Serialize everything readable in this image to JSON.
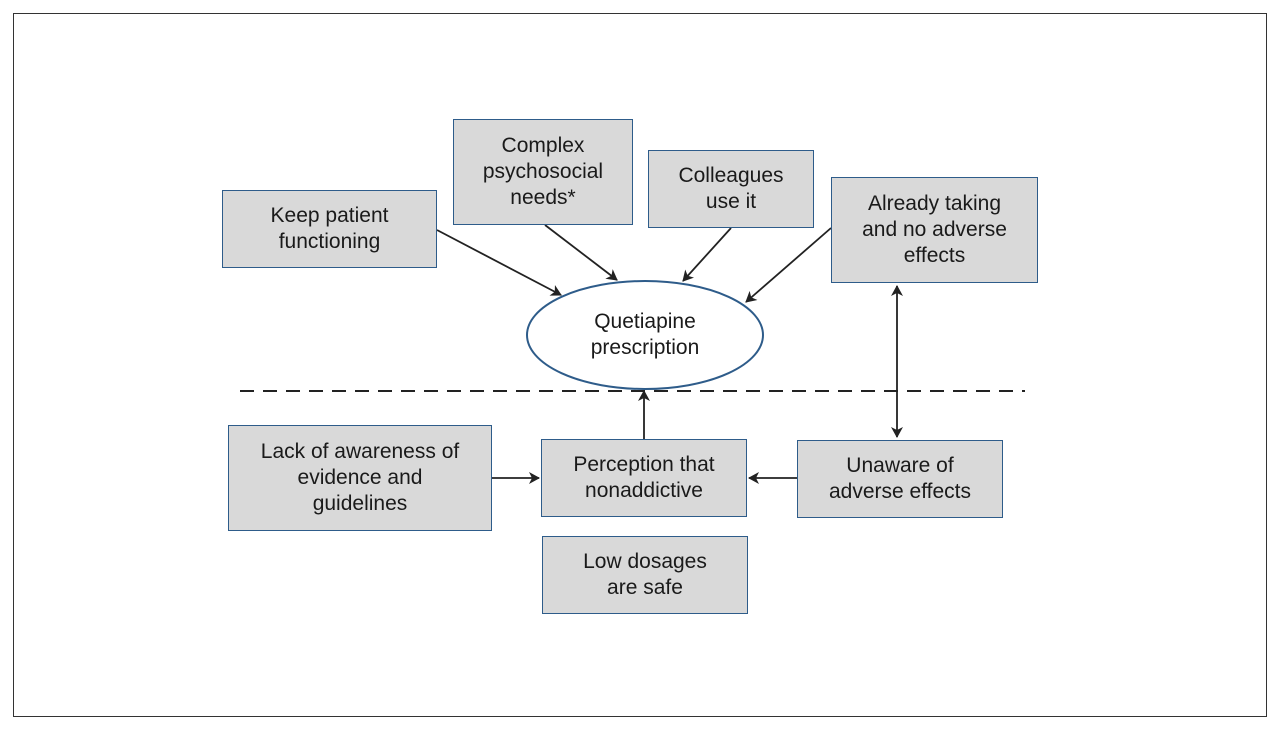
{
  "colors": {
    "box_fill": "#d9d9d9",
    "box_border": "#2e5c8a",
    "arrow": "#222222",
    "ellipse_border": "#2e5c8a"
  },
  "center": {
    "label": "Quetiapine\nprescription"
  },
  "nodes": {
    "keep_patient": "Keep patient\nfunctioning",
    "complex_needs": "Complex\npsychosocial\nneeds*",
    "colleagues": "Colleagues\nuse it",
    "already_taking": "Already taking\nand no adverse\neffects",
    "lack_awareness": "Lack of awareness of\nevidence and\nguidelines",
    "perception": "Perception that\nnonaddictive",
    "unaware": "Unaware of\nadverse effects",
    "low_dosages": "Low dosages\nare safe"
  }
}
